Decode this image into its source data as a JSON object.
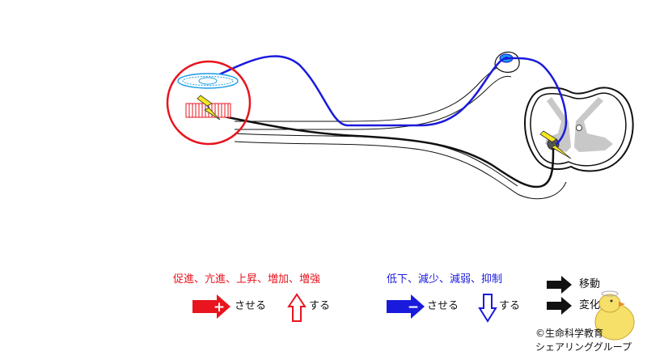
{
  "legend": {
    "increase_terms": "促進、亢進、上昇、増加、増強",
    "decrease_terms": "低下、減少、減弱、抑制",
    "increase_arrow_label": "させる",
    "increase_hollow_label": "する",
    "decrease_arrow_label": "させる",
    "decrease_hollow_label": "する",
    "move_label": "移動",
    "change_label": "変化",
    "plus_symbol": "+",
    "minus_symbol": "−"
  },
  "credit": {
    "line1": "©生命科学教育",
    "line2": "シェアリンググループ"
  },
  "colors": {
    "increase": "#e8141e",
    "decrease": "#1a1adc",
    "neutral": "#111111",
    "highlight": "#f5e61e",
    "gray_matter": "#c8c8c8"
  },
  "icons": {
    "stimulus": "lightning-bolt-icon",
    "sensory_receptor": "receptor-icon",
    "mascot": "chick-mascot-icon"
  }
}
